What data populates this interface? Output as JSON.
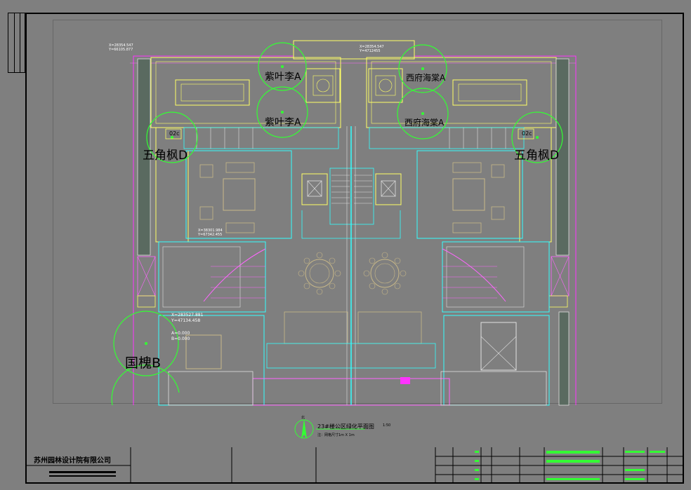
{
  "company_name": "苏州园林设计院有限公司",
  "plant_labels": {
    "zi_ye_li_1": "紫叶李A",
    "zi_ye_li_2": "紫叶李A",
    "xi_fu_hai_tang_1": "西府海棠A",
    "xi_fu_hai_tang_2": "西府海棠A",
    "wu_jiao_feng_left": "五角枫D",
    "wu_jiao_feng_right": "五角枫D",
    "guo_huai": "国槐B"
  },
  "tree_tags": {
    "tag_left": "02c",
    "tag_right": "02c"
  },
  "drawing_title": "23#楼公区绿化平面图",
  "drawing_scale": "1:50",
  "drawing_note": "注：网格尺寸1m X 1m",
  "north_label": "北",
  "coordinate_labels": {
    "coord_top_left_x": "X=28354.547",
    "coord_top_left_y": "Y=66105.877",
    "coord_top_right_x": "X=28354.547",
    "coord_top_right_y": "Y=4712455",
    "coord_mid_x": "X=38301.984",
    "coord_mid_y": "Y=67342.455",
    "coord_low_x": "X=283527.881",
    "coord_low_y": "Y=47134.458",
    "coord_low_a": "A=0.000",
    "coord_low_b": "B=0.000"
  },
  "colors": {
    "background": "#7f7f7f",
    "yellow": "#ffff66",
    "cyan": "#33ffff",
    "magenta": "#ff33ff",
    "green": "#33ff33",
    "pink": "#ff66ff",
    "white": "#e0e0e0",
    "tan": "#c8b888"
  }
}
